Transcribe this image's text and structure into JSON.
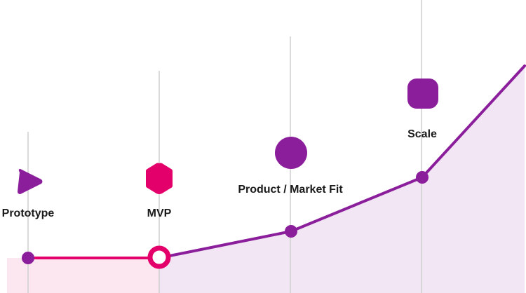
{
  "colors": {
    "purple": "#8B1E9B",
    "pink": "#E4006B",
    "purple_fill": "#F3E6F4",
    "pink_fill": "#FCE6EF",
    "guide_line": "#CFCFCF",
    "label_text": "#1B1B1B"
  },
  "milestones": [
    {
      "key": "prototype",
      "label": "Prototype",
      "icon": "triangle-play-icon",
      "color": "#8B1E9B"
    },
    {
      "key": "mvp",
      "label": "MVP",
      "icon": "hexagon-icon",
      "color": "#E4006B"
    },
    {
      "key": "product-market-fit",
      "label": "Product / Market Fit",
      "icon": "circle-icon",
      "color": "#8B1E9B"
    },
    {
      "key": "scale",
      "label": "Scale",
      "icon": "rounded-square-icon",
      "color": "#8B1E9B"
    }
  ]
}
